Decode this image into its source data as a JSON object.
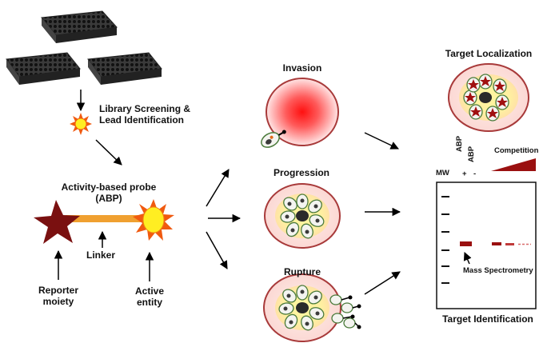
{
  "screening": {
    "label_line1": "Library Screening &",
    "label_line2": "Lead Identification"
  },
  "probe": {
    "title_line1": "Activity-based probe",
    "title_line2": "(ABP)",
    "linker_label": "Linker",
    "reporter_line1": "Reporter",
    "reporter_line2": "moiety",
    "active_line1": "Active",
    "active_line2": "entity"
  },
  "stages": {
    "invasion": "Invasion",
    "progression": "Progression",
    "rupture": "Rupture"
  },
  "target": {
    "localization": "Target Localization",
    "identification": "Target Identification"
  },
  "gel": {
    "mw_label": "MW",
    "col_plus_sign": "+",
    "col_plus_label": "ABP",
    "col_minus_sign": "-",
    "col_minus_label": "ABP",
    "competition_label": "Competition",
    "mass_spec_label": "Mass Spectrometry"
  },
  "colors": {
    "reporter_star": "#7a1010",
    "linker": "#f0a030",
    "sun_fill": "#ffee22",
    "sun_rays": "#f05a10",
    "band": "#9a1010",
    "cell_rim": "#a83a3a"
  }
}
